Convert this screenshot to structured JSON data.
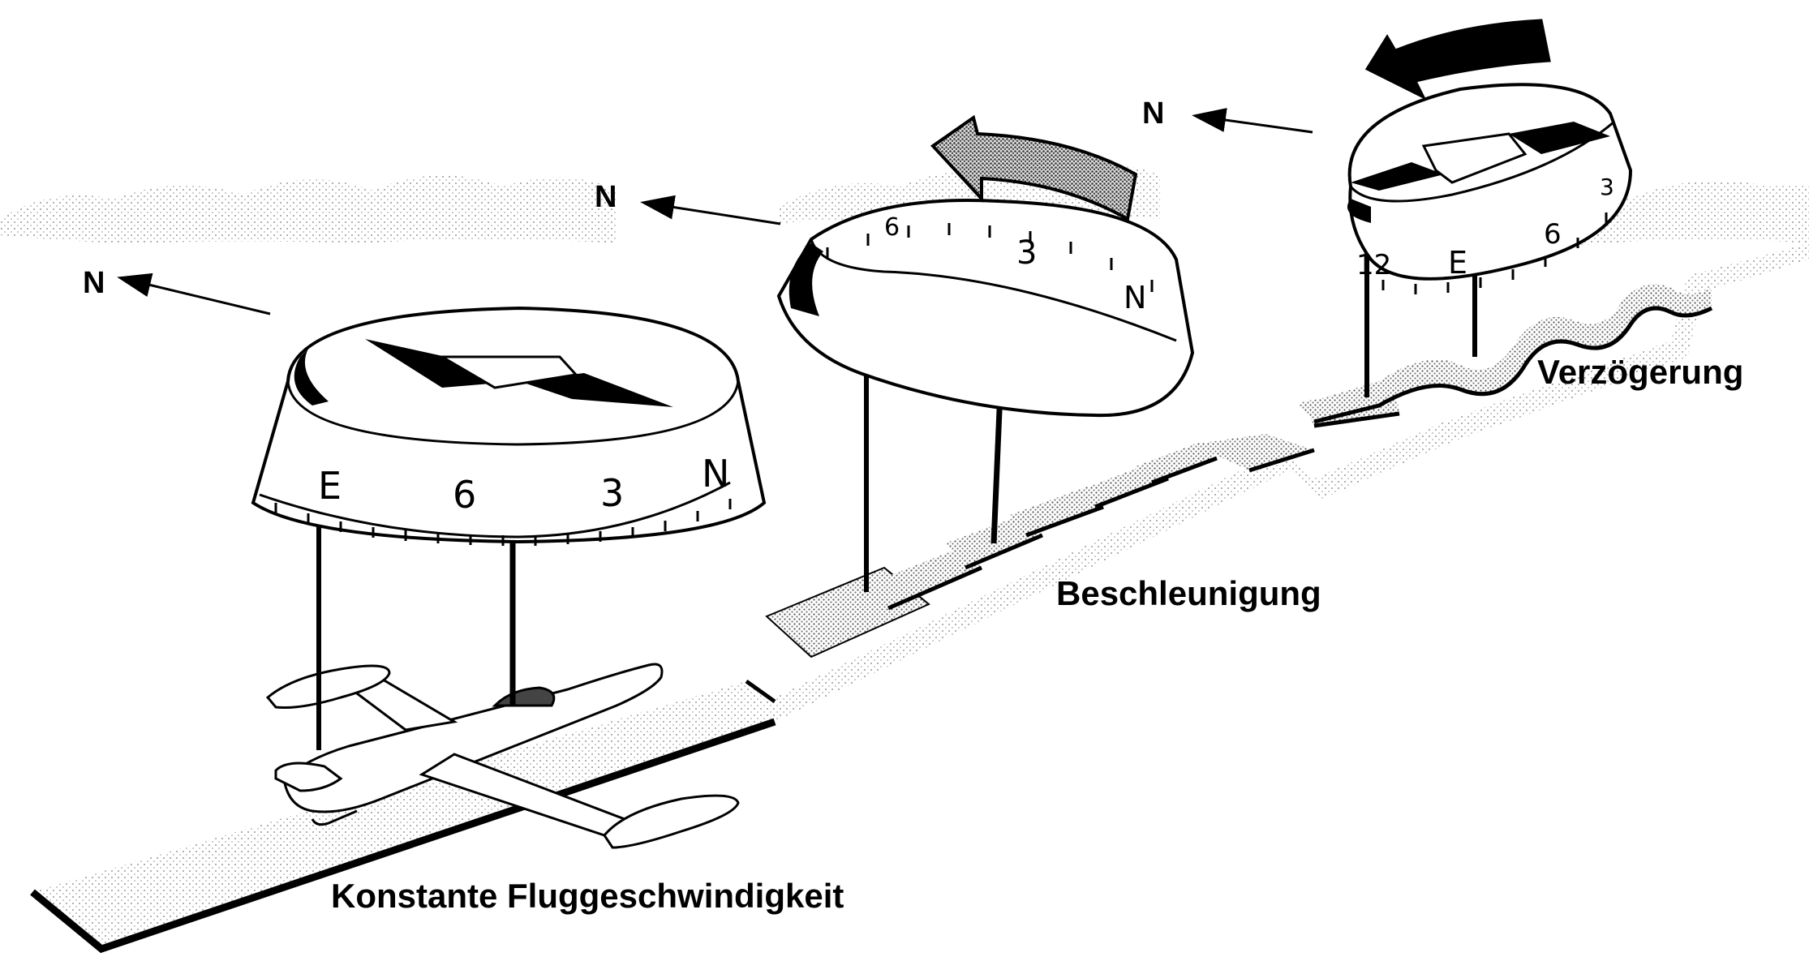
{
  "north_label": "N",
  "captions": {
    "constant": "Konstante Fluggeschwindigkeit",
    "acceleration": "Beschleunigung",
    "deceleration": "Verzögerung"
  },
  "compass_constant": {
    "m1": "E",
    "m2": "6",
    "m3": "3",
    "m4": "N"
  },
  "compass_acceleration": {
    "m1": "6",
    "m2": "3",
    "m3": "N"
  },
  "compass_deceleration": {
    "m1": "12",
    "m2": "E",
    "m3": "6",
    "m4": "3"
  }
}
